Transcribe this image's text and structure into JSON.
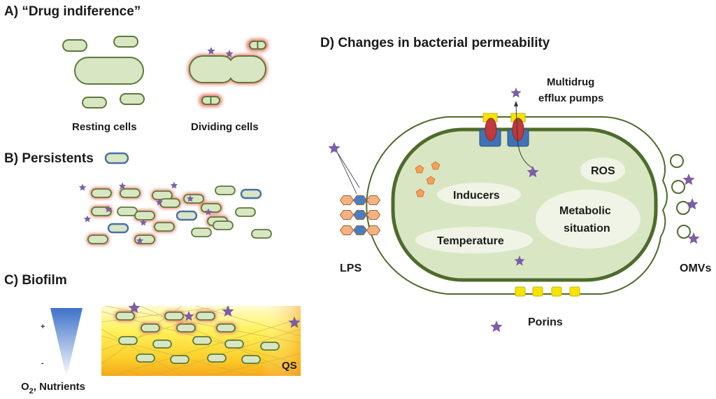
{
  "colors": {
    "cell_fill": "#d9e6c3",
    "cell_stroke": "#5b7a3a",
    "glow": "#f08a7a",
    "persister_stroke": "#4b6fa6",
    "star": "#7b5ea7",
    "porin": "#f4e400",
    "efflux_blue": "#3f73b5",
    "efflux_red": "#c0393b",
    "lps_orange": "#f4b183",
    "lps_blue": "#4a7ec2",
    "biofilm_light": "#fff25c",
    "biofilm_dark": "#f6a81b",
    "gradient_blue": "#5b8fd6"
  },
  "panel_a": {
    "title": "A) “Drug indiference”",
    "resting_label": "Resting cells",
    "dividing_label": "Dividing cells"
  },
  "panel_b": {
    "title": "B) Persistents"
  },
  "panel_c": {
    "title": "C) Biofilm",
    "plus": "+",
    "minus": "-",
    "o2": "O",
    "o2_sub": "2",
    "nutrients": ", Nutrients",
    "qs": "QS"
  },
  "panel_d": {
    "title": "D) Changes in bacterial permeability",
    "efflux_line1": "Multidrug",
    "efflux_line2": "efflux pumps",
    "ros": "ROS",
    "inducers": "Inducers",
    "metabolic_line1": "Metabolic",
    "metabolic_line2": "situation",
    "temperature": "Temperature",
    "lps": "LPS",
    "omvs": "OMVs",
    "porins": "Porins"
  }
}
